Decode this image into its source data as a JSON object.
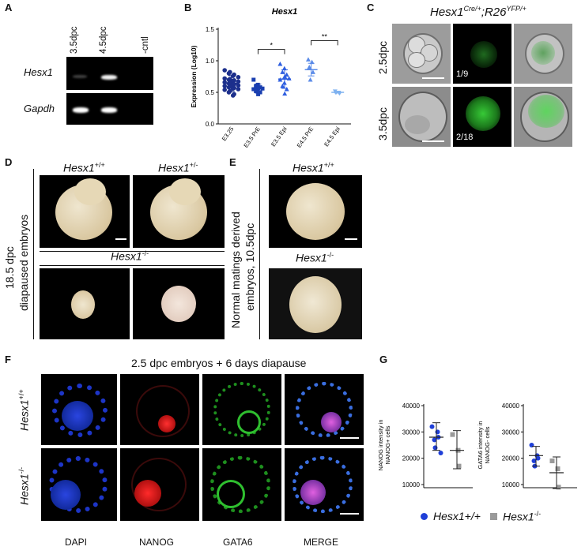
{
  "panels": {
    "A": "A",
    "B": "B",
    "C": "C",
    "D": "D",
    "E": "E",
    "F": "F",
    "G": "G"
  },
  "panelA": {
    "lanes": [
      "3.5dpc",
      "4.5dpc",
      "-cntl"
    ],
    "rows": [
      "Hesx1",
      "Gapdh"
    ]
  },
  "panelB": {
    "chart_data": {
      "type": "scatter",
      "title": "Hesx1",
      "ylabel": "Expression (Log10)",
      "ylim": [
        0.0,
        1.5
      ],
      "yticks": [
        "0.0",
        "0.5",
        "1.0",
        "1.5"
      ],
      "categories": [
        "E3.25",
        "E3.5 PrE",
        "E3.5 Epi",
        "E4.5 PrE",
        "E4.5 Epi"
      ],
      "colors": [
        "#1c2f8c",
        "#1a3fb0",
        "#2f5fe0",
        "#5b8be8",
        "#7fb2f0"
      ],
      "series": [
        {
          "category": "E3.25",
          "values": [
            0.85,
            0.82,
            0.8,
            0.78,
            0.76,
            0.74,
            0.72,
            0.71,
            0.7,
            0.69,
            0.68,
            0.67,
            0.66,
            0.65,
            0.64,
            0.63,
            0.62,
            0.61,
            0.6,
            0.59,
            0.58,
            0.57,
            0.56,
            0.55,
            0.54,
            0.52,
            0.5,
            0.47,
            0.45
          ],
          "mean": 0.64
        },
        {
          "category": "E3.5 PrE",
          "values": [
            0.7,
            0.62,
            0.6,
            0.58,
            0.57,
            0.56,
            0.55,
            0.54,
            0.52,
            0.5,
            0.47
          ],
          "mean": 0.56
        },
        {
          "category": "E3.5 Epi",
          "values": [
            0.95,
            0.88,
            0.82,
            0.78,
            0.75,
            0.72,
            0.7,
            0.65,
            0.6,
            0.55,
            0.48
          ],
          "mean": 0.71
        },
        {
          "category": "E4.5 PrE",
          "values": [
            1.02,
            0.98,
            0.9,
            0.82,
            0.7
          ],
          "mean": 0.86
        },
        {
          "category": "E4.5 Epi",
          "values": [
            0.52,
            0.5,
            0.49,
            0.48
          ],
          "mean": 0.5
        }
      ],
      "significance": [
        {
          "pair": [
            "E3.5 PrE",
            "E3.5 Epi"
          ],
          "label": "*"
        },
        {
          "pair": [
            "E4.5 PrE",
            "E4.5 Epi"
          ],
          "label": "**"
        }
      ]
    }
  },
  "panelC": {
    "title_gene": "Hesx1",
    "title_sup1": "Cre/+",
    "title_mid": ";R26",
    "title_sup2": "YFP/+",
    "rows": [
      "2.5dpc",
      "3.5dpc"
    ],
    "counts": [
      "1/9",
      "2/18"
    ]
  },
  "panelD": {
    "side_label_1": "18.5 dpc",
    "side_label_2": "diapaused embryos",
    "gene": "Hesx1",
    "g_wt": "+/+",
    "g_het": "+/-",
    "g_ko": "-/-"
  },
  "panelE": {
    "side_label_1": "Normal matings derived",
    "side_label_2": "embryos, 10.5dpc",
    "gene": "Hesx1",
    "g_wt": "+/+",
    "g_ko": "-/-"
  },
  "panelF": {
    "title": "2.5 dpc embryos + 6 days diapause",
    "gene": "Hesx1",
    "g_wt": "+/+",
    "g_ko": "-/-",
    "channels": [
      "DAPI",
      "NANOG",
      "GATA6",
      "MERGE"
    ]
  },
  "panelG": {
    "chart_data": [
      {
        "type": "scatter",
        "ylabel_1": "NANOG intensity in",
        "ylabel_2": "NANOG+ cells",
        "ylim": [
          10000,
          40000
        ],
        "yticks": [
          "10000",
          "20000",
          "30000",
          "40000"
        ],
        "series": [
          {
            "name": "Hesx1+/+",
            "values": [
              32000,
              30000,
              28000,
              27000,
              24000,
              22000
            ],
            "mean": 28000,
            "sd_low": 23000,
            "sd_high": 33500
          },
          {
            "name": "Hesx1-/-",
            "values": [
              29000,
              23000,
              17000
            ],
            "mean": 23000,
            "sd_low": 16000,
            "sd_high": 30500
          }
        ]
      },
      {
        "type": "scatter",
        "ylabel_1": "GATA6 intensity in",
        "ylabel_2": "NANOG- cells",
        "ylim": [
          10000,
          40000
        ],
        "yticks": [
          "10000",
          "20000",
          "30000",
          "40000"
        ],
        "series": [
          {
            "name": "Hesx1+/+",
            "values": [
              25000,
              21000,
              20000,
              19000,
              17000
            ],
            "mean": 21000,
            "sd_low": 17000,
            "sd_high": 24500
          },
          {
            "name": "Hesx1-/-",
            "values": [
              19000,
              16000,
              9000
            ],
            "mean": 14500,
            "sd_low": 8500,
            "sd_high": 20500
          }
        ]
      }
    ],
    "legend": {
      "wt_label": "Hesx1+/+",
      "ko_gene": "Hesx1",
      "ko_sup": "-/-",
      "wt_color": "#1f3fd8",
      "ko_color": "#9a9a9a"
    }
  }
}
